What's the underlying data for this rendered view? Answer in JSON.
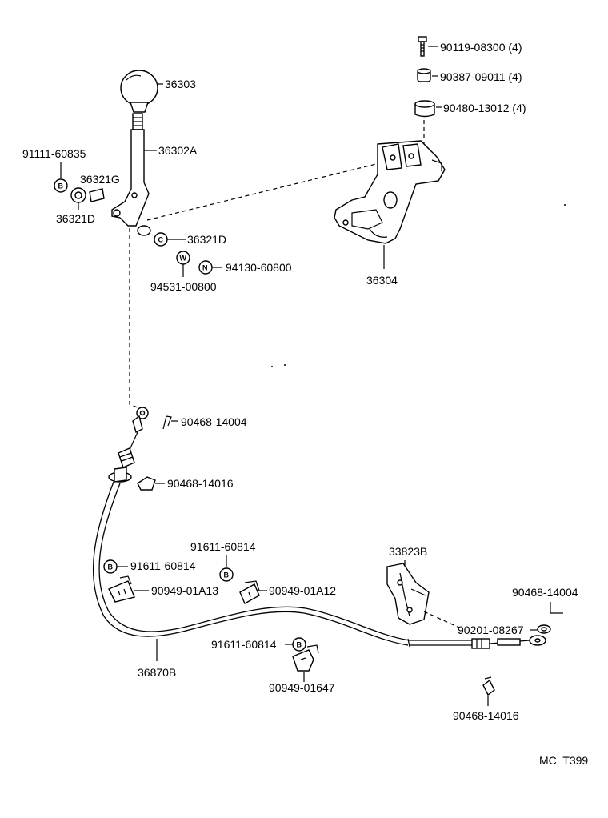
{
  "diagram": {
    "code": "MC  T399",
    "labels": {
      "p90119": "90119-08300 (4)",
      "p90387": "90387-09011 (4)",
      "p90480": "90480-13012 (4)",
      "p36303": "36303",
      "p36302A": "36302A",
      "p91111": "91111-60835",
      "p36321G": "36321G",
      "p36321D_left": "36321D",
      "p36321D_right": "36321D",
      "p94130": "94130-60800",
      "p94531": "94531-00800",
      "p36304": "36304",
      "p90468_14004_top": "90468-14004",
      "p90468_14016_top": "90468-14016",
      "p91611_top": "91611-60814",
      "p91611_left": "91611-60814",
      "p90949_01A13": "90949-01A13",
      "p90949_01A12": "90949-01A12",
      "p33823B": "33823B",
      "p90468_14004_right": "90468-14004",
      "p90201": "90201-08267",
      "p91611_bottom": "91611-60814",
      "p36870B": "36870B",
      "p90949_01647": "90949-01647",
      "p90468_14016_bottom": "90468-14016"
    },
    "symbols": {
      "bolt": "B",
      "nut": "N",
      "washer": "W",
      "clip": "C"
    }
  }
}
